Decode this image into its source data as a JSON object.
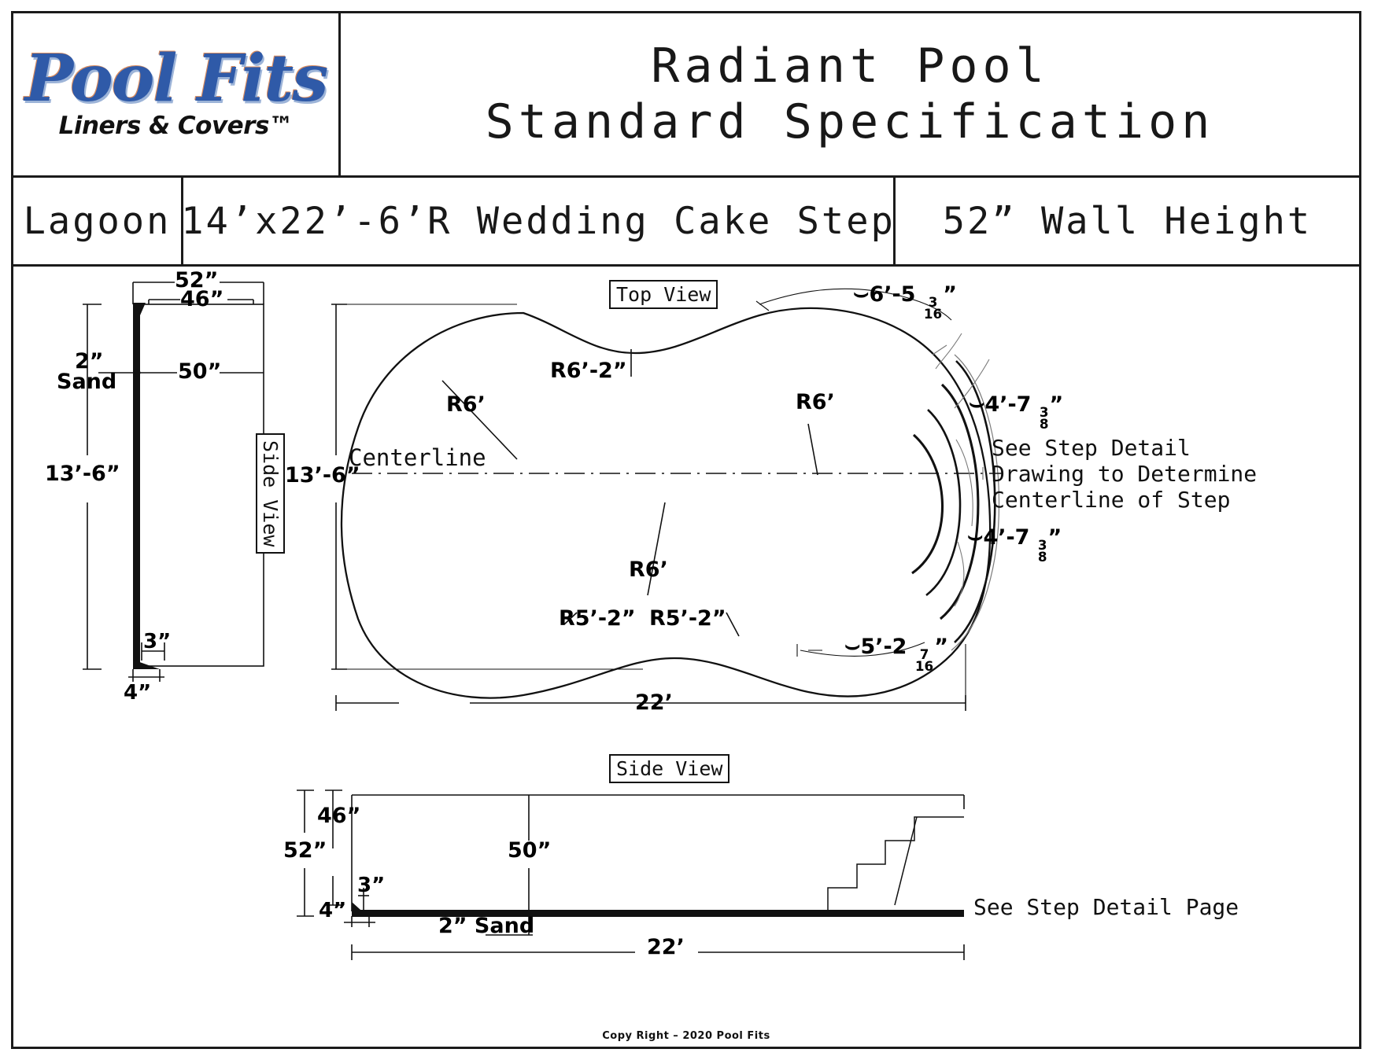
{
  "logo": {
    "brand_main": "Pool Fits",
    "brand_sub": "Liners & Covers™"
  },
  "header": {
    "title_line1": "Radiant Pool",
    "title_line2": "Standard Specification",
    "shape": "Lagoon",
    "size": "14’x22’-6’R Wedding Cake Step",
    "wall_height": "52” Wall Height"
  },
  "left_side_view": {
    "view_label": "Side View",
    "dim_top_outer": "52”",
    "dim_top_inner": "46”",
    "dim_sand_1": "2”",
    "dim_sand_2": "Sand",
    "dim_mid": "50”",
    "dim_height": "13’-6”",
    "dim_base_h": "3”",
    "dim_base_w": "4”"
  },
  "top_view": {
    "view_label": "Top View",
    "centerline": "Centerline",
    "dim_height": "13’-6”",
    "dim_width": "22’",
    "radius_upper_left": "R6’",
    "radius_upper_mid": "R6’-2”",
    "radius_upper_right": "R6’",
    "radius_lower_mid": "R6’",
    "radius_lower_left": "R5’-2”",
    "radius_lower_right": "R5’-2”",
    "arc_top": {
      "whole": "6’-5",
      "num": "3",
      "den": "16",
      "unit": "”"
    },
    "arc_mid": {
      "whole": "4’-7",
      "num": "3",
      "den": "8",
      "unit": "”"
    },
    "arc_low": {
      "whole": "4’-7",
      "num": "3",
      "den": "8",
      "unit": "”"
    },
    "arc_bottom": {
      "whole": "5’-2",
      "num": "7",
      "den": "16",
      "unit": "”"
    },
    "note_line1": "See Step Detail",
    "note_line2": "Drawing to Determine",
    "note_line3": "Centerline of Step"
  },
  "bottom_side_view": {
    "view_label": "Side View",
    "dim_46": "46”",
    "dim_52": "52”",
    "dim_50": "50”",
    "dim_3": "3”",
    "dim_4": "4”",
    "dim_sand": "2” Sand",
    "dim_width": "22’",
    "note": "See Step Detail Page"
  },
  "footer": {
    "copyright": "Copy Right – 2020 Pool Fits"
  },
  "colors": {
    "line": "#111111",
    "brand_blue": "#2f5aa8",
    "brand_accent": "#d98c5f"
  }
}
